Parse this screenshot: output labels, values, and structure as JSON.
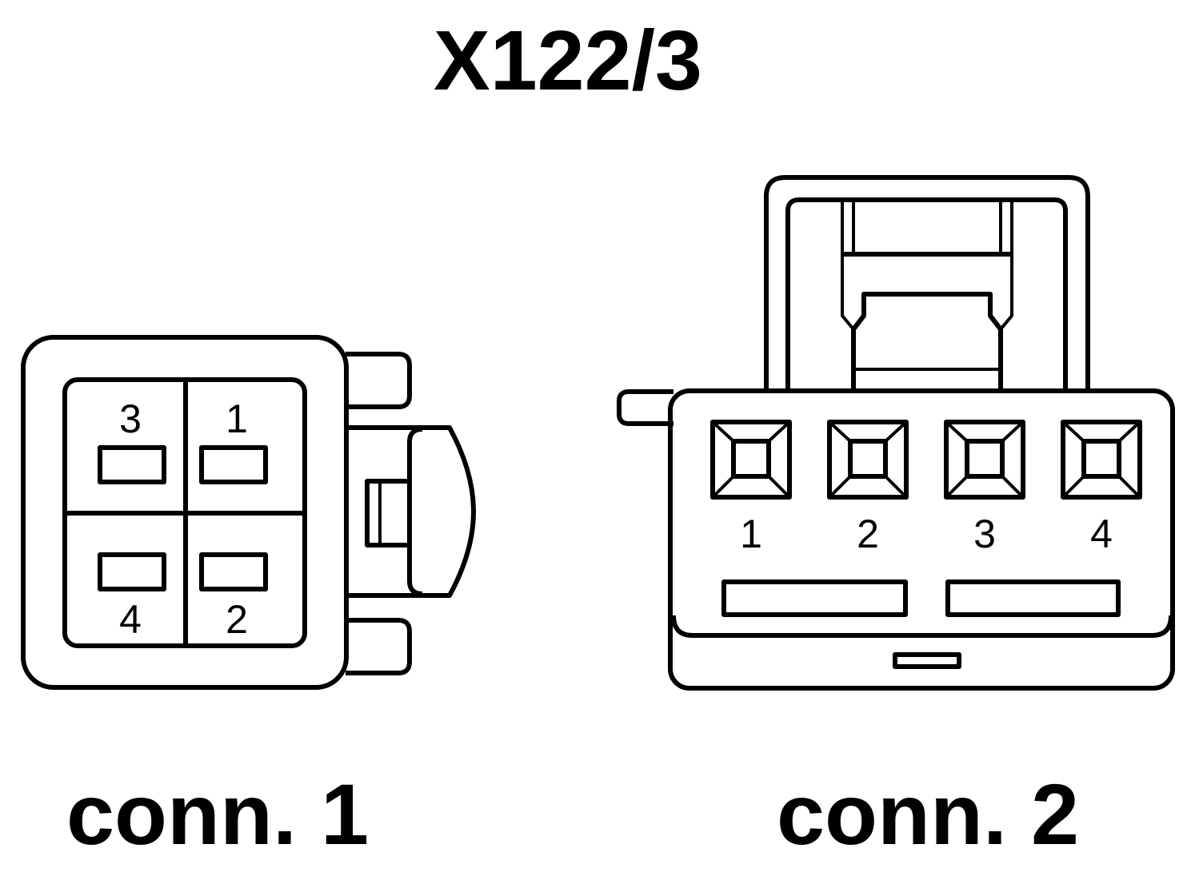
{
  "title": "X122/3",
  "connectors": [
    {
      "id": "conn1",
      "label": "conn. 1",
      "pins": [
        "3",
        "1",
        "4",
        "2"
      ]
    },
    {
      "id": "conn2",
      "label": "conn. 2",
      "pins": [
        "1",
        "2",
        "3",
        "4"
      ]
    }
  ],
  "colors": {
    "line": "#000000",
    "background": "#ffffff"
  }
}
